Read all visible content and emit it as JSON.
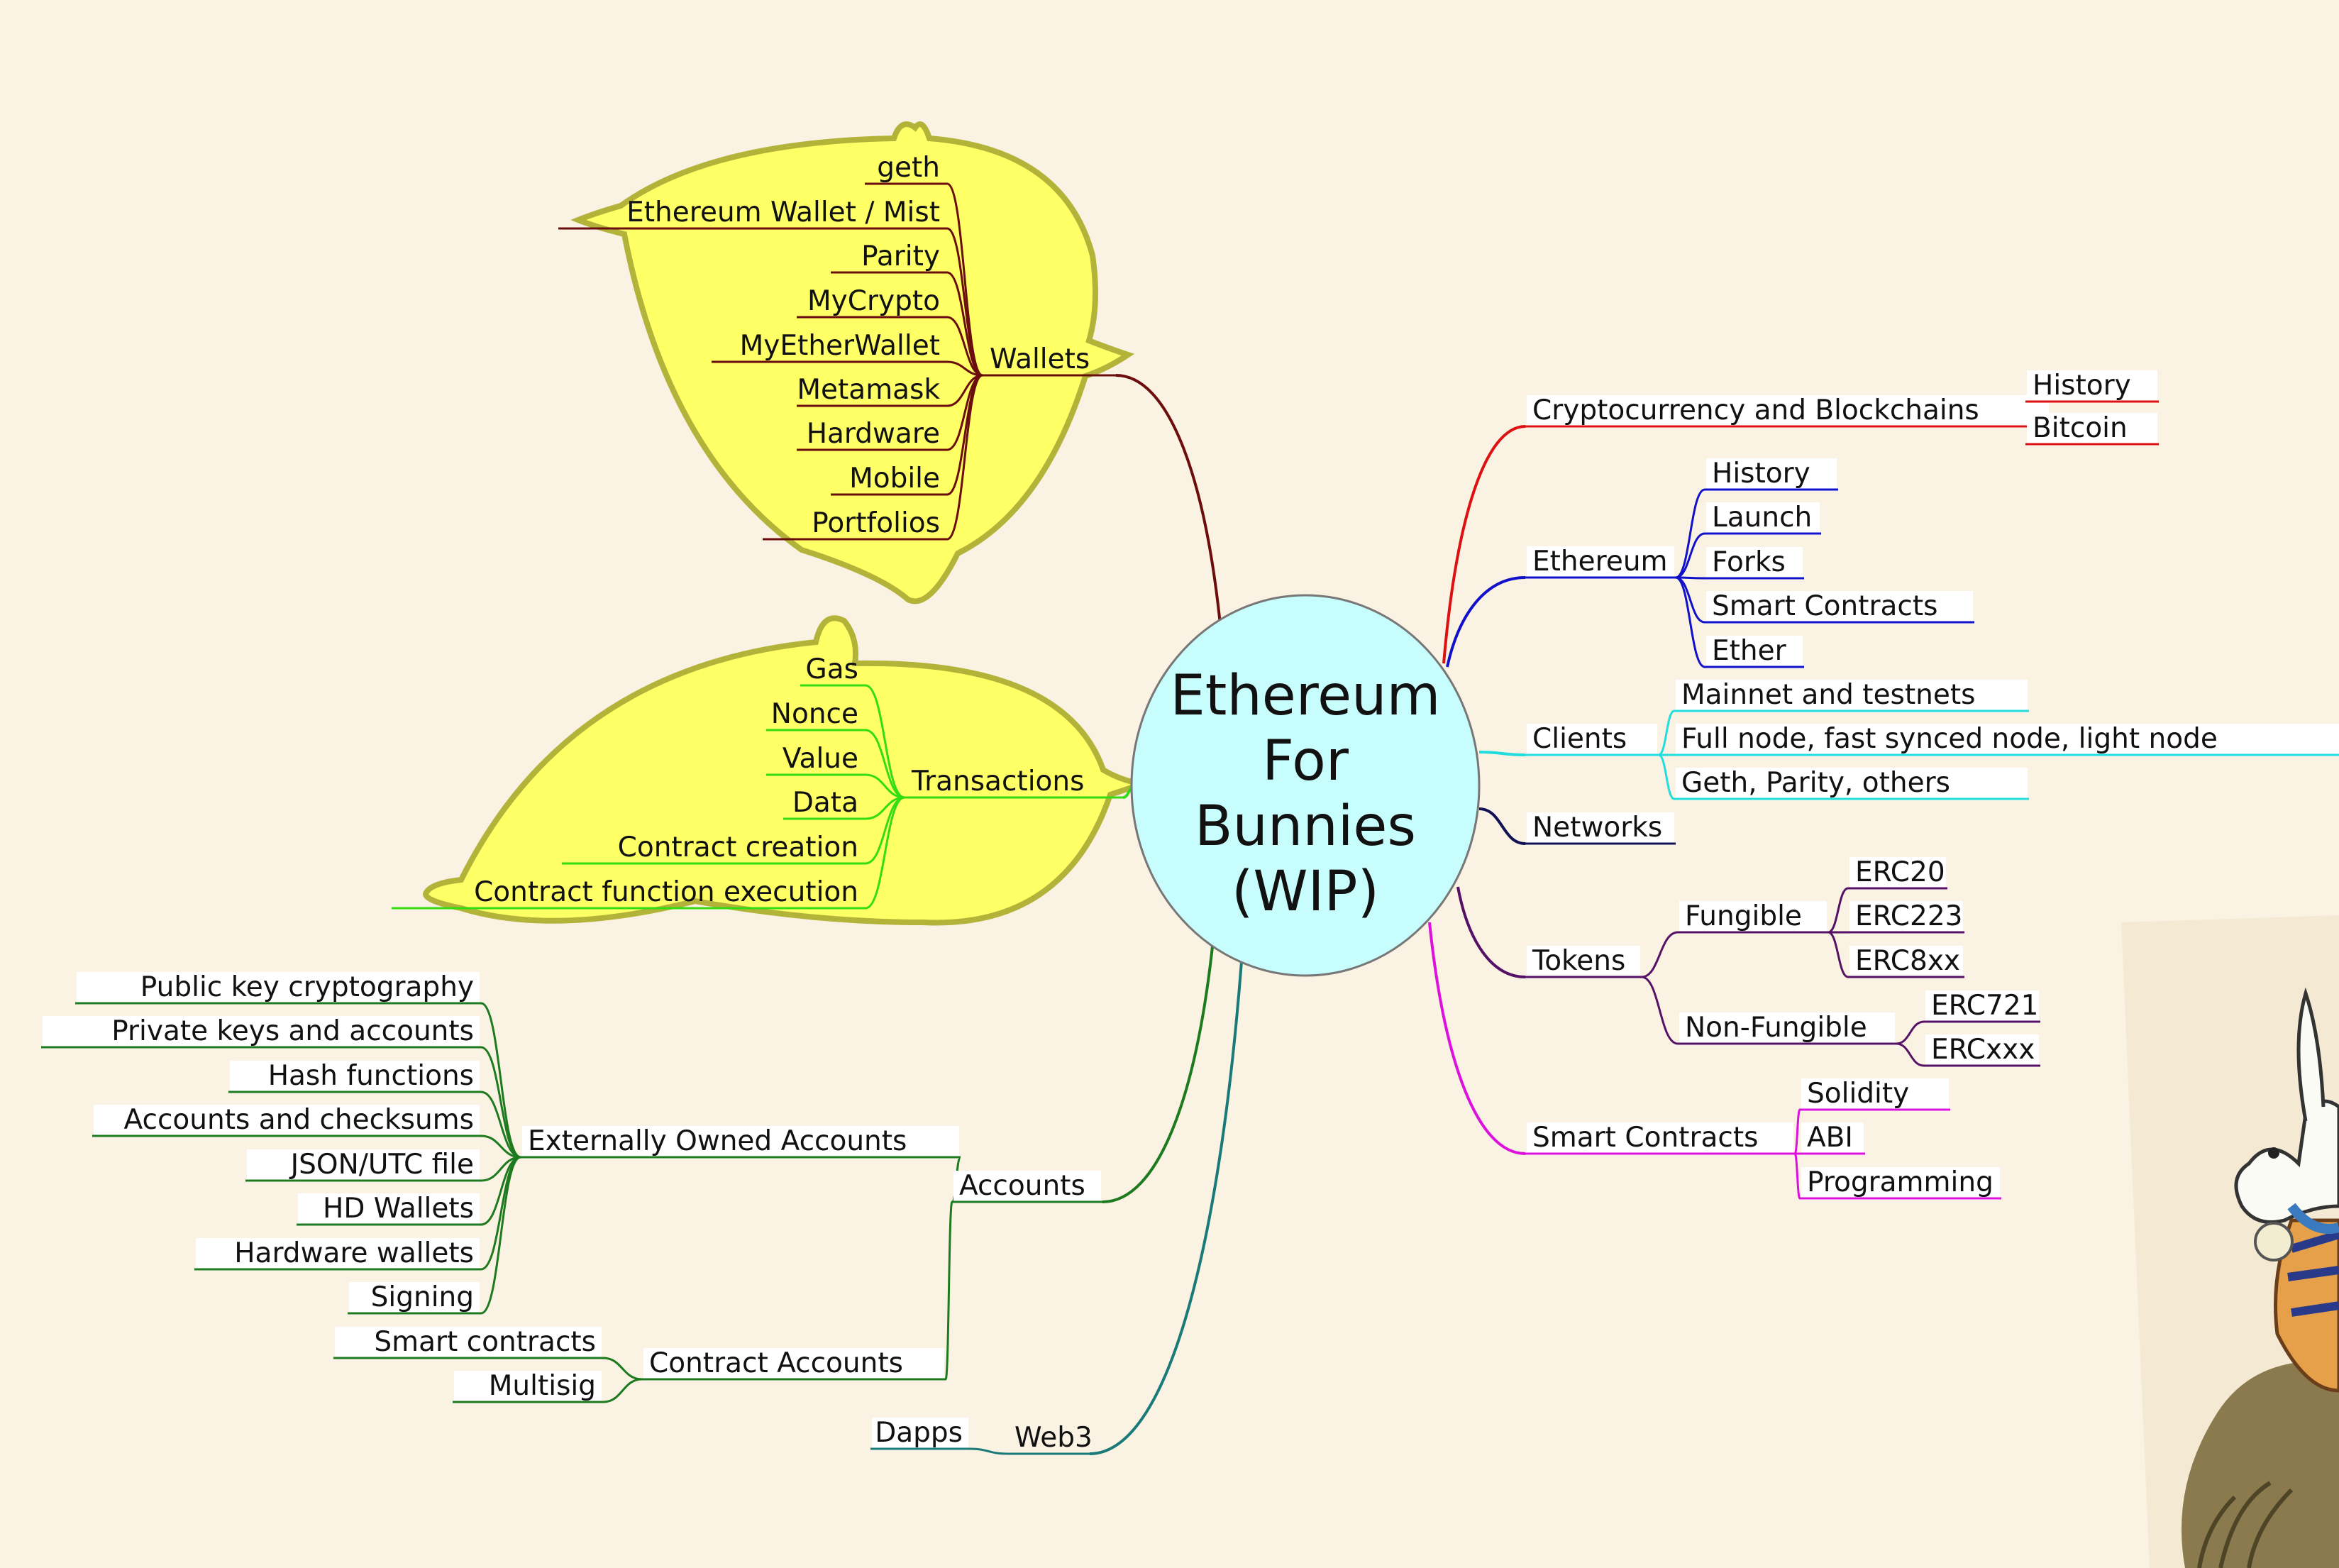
{
  "center": {
    "lines": [
      "Ethereum",
      "For",
      "Bunnies",
      "(WIP)"
    ],
    "fill": "#c8fdfd"
  },
  "cloud_fill": "#ffff66",
  "cloud_stroke": "#b3b33a",
  "branches": {
    "wallets": {
      "label": "Wallets",
      "color": "#6b0d0d",
      "items": [
        "geth",
        "Ethereum Wallet / Mist",
        "Parity",
        "MyCrypto",
        "MyEtherWallet",
        "Metamask",
        "Hardware",
        "Mobile",
        "Portfolios"
      ]
    },
    "transactions": {
      "label": "Transactions",
      "color": "#33dd11",
      "items": [
        "Gas",
        "Nonce",
        "Value",
        "Data",
        "Contract creation",
        "Contract function execution"
      ]
    },
    "accounts": {
      "label": "Accounts",
      "color": "#1e7a1e",
      "eoa": {
        "label": "Externally Owned Accounts",
        "items": [
          "Public key cryptography",
          "Private keys and accounts",
          "Hash functions",
          "Accounts and checksums",
          "JSON/UTC file",
          "HD Wallets",
          "Hardware wallets",
          "Signing"
        ]
      },
      "contract": {
        "label": "Contract Accounts",
        "items": [
          "Smart contracts",
          "Multisig"
        ]
      }
    },
    "web3": {
      "label": "Web3",
      "color": "#1a7a7a",
      "items": [
        "Dapps"
      ]
    },
    "crypto": {
      "label": "Cryptocurrency and Blockchains",
      "color": "#dd1111",
      "items": [
        "History",
        "Bitcoin"
      ]
    },
    "ethereum": {
      "label": "Ethereum",
      "color": "#1111cc",
      "items": [
        "History",
        "Launch",
        "Forks",
        "Smart Contracts",
        "Ether"
      ]
    },
    "clients": {
      "label": "Clients",
      "color": "#22dddd",
      "items": [
        "Mainnet and testnets",
        "Full node, fast synced node, light node",
        "Geth, Parity, others"
      ]
    },
    "networks": {
      "label": "Networks",
      "color": "#111155"
    },
    "tokens": {
      "label": "Tokens",
      "color": "#551166",
      "fungible": {
        "label": "Fungible",
        "items": [
          "ERC20",
          "ERC223",
          "ERC8xx"
        ]
      },
      "nonfungible": {
        "label": "Non-Fungible",
        "items": [
          "ERC721",
          "ERCxxx"
        ]
      }
    },
    "smart": {
      "label": "Smart Contracts",
      "color": "#dd11dd",
      "items": [
        "Solidity",
        "ABI",
        "Programming"
      ]
    }
  }
}
